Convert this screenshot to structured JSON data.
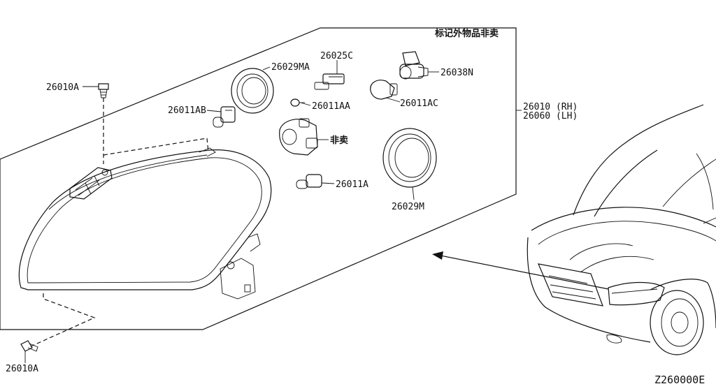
{
  "diagram": {
    "note": "标记外物品非卖",
    "figure_code": "Z260000E",
    "labels": {
      "screw_top": "26010A",
      "screw_bottom": "26010A",
      "bulb_ab": "26011AB",
      "seal_ma": "26029MA",
      "socket_c": "26025C",
      "bulb_aa": "26011AA",
      "socket_n": "26038N",
      "bulb_ac": "26011AC",
      "leveler": "非卖",
      "seal_m": "26029M",
      "bulb_a": "26011A",
      "assy_rh": "26010 (RH)",
      "assy_lh": "26060 (LH)"
    }
  }
}
